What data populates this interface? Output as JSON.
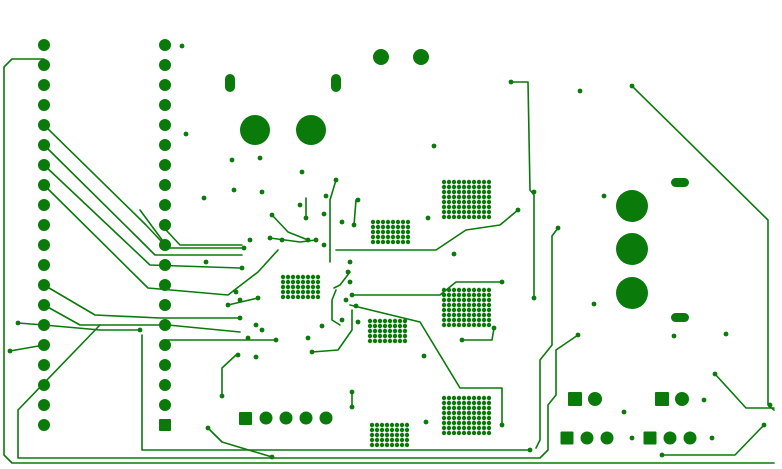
{
  "board": {
    "copper_color": "#0a7a0a",
    "background_color": "#ffffff"
  },
  "header_strip_left": {
    "pin_count": 20
  },
  "header_strip_right": {
    "pin_count": 20
  },
  "bga_arrays": [
    {
      "rows": 8,
      "cols": 10
    },
    {
      "rows": 8,
      "cols": 10
    },
    {
      "rows": 8,
      "cols": 10
    },
    {
      "rows": 5,
      "cols": 8
    },
    {
      "rows": 5,
      "cols": 8
    },
    {
      "rows": 5,
      "cols": 8
    },
    {
      "rows": 5,
      "cols": 8
    }
  ],
  "connector_row_5pin": {
    "pin_count": 5
  },
  "connector_2pin": {
    "count": 2
  },
  "connector_3pin": {
    "count": 2
  }
}
